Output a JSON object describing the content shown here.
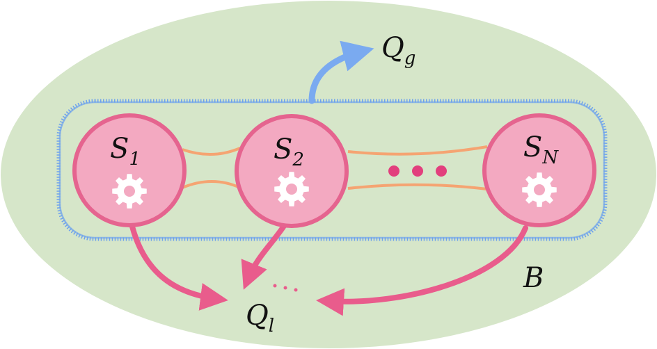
{
  "colors": {
    "bath_fill": "#d6e6c9",
    "system_fill": "#f3a9c1",
    "system_stroke": "#e5648f",
    "gear_fill": "#ffffff",
    "coupling": "#f5a472",
    "global_boundary": "#6ea2ec",
    "global_arrow": "#7aaaf0",
    "local_arrow": "#e95c8c",
    "dots": "#e23f7d"
  },
  "systems": [
    {
      "base": "S",
      "sub": "1",
      "icon": "gear-icon"
    },
    {
      "base": "S",
      "sub": "2",
      "icon": "gear-icon"
    },
    {
      "base": "S",
      "sub": "N",
      "icon": "gear-icon"
    }
  ],
  "global_heat": {
    "base": "Q",
    "sub": "g"
  },
  "local_heat": {
    "base": "Q",
    "sub": "l"
  },
  "bath_label": "B"
}
